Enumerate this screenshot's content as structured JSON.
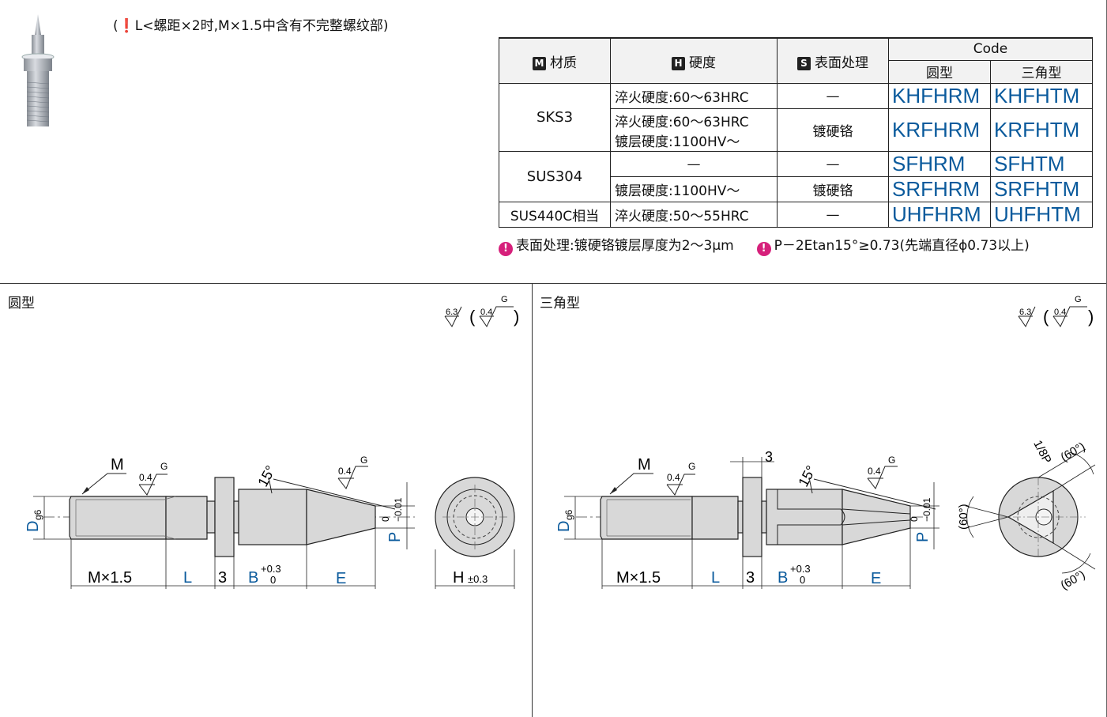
{
  "top_note": "(❗L<螺距×2时,M×1.5中含有不完整螺纹部)",
  "table": {
    "headers": {
      "material": {
        "badge": "M",
        "label": "材质"
      },
      "hardness": {
        "badge": "H",
        "label": "硬度"
      },
      "surface": {
        "badge": "S",
        "label": "表面处理"
      },
      "code": "Code",
      "code_round": "圆型",
      "code_triangle": "三角型"
    },
    "rows": [
      {
        "material": "SKS3",
        "hardness": "淬火硬度:60～63HRC",
        "surface": "—",
        "code_round": "KHFHRM",
        "code_triangle": "KHFHTM"
      },
      {
        "material": "",
        "hardness": "淬火硬度:60～63HRC",
        "hardness2": "镀层硬度:1100HV～",
        "surface": "镀硬铬",
        "code_round": "KRFHRM",
        "code_triangle": "KRFHTM"
      },
      {
        "material": "SUS304",
        "hardness": "—",
        "surface": "—",
        "code_round": "SFHRM",
        "code_triangle": "SFHTM"
      },
      {
        "material": "",
        "hardness": "镀层硬度:1100HV～",
        "surface": "镀硬铬",
        "code_round": "SRFHRM",
        "code_triangle": "SRFHTM"
      },
      {
        "material": "SUS440C相当",
        "hardness": "淬火硬度:50～55HRC",
        "surface": "—",
        "code_round": "UHFHRM",
        "code_triangle": "UHFHTM"
      }
    ]
  },
  "notes": {
    "surface_note": "表面处理:镀硬铬镀层厚度为2～3μm",
    "tip_note": "P－2Etan15°≥0.73(先端直径ϕ0.73以上)"
  },
  "drawings": {
    "round": {
      "title": "圆型",
      "roughness": "6.3",
      "roughness_paren": "0.4",
      "roughness_g": "G",
      "thread_label": "M",
      "finish_value": "0.4",
      "finish_g": "G",
      "angle": "15°",
      "dia_label": "D",
      "dia_tol": "g6",
      "tip_label": "P",
      "tip_tol_upper": "0",
      "tip_tol_lower": "−0.01",
      "dim_thread": "M×1.5",
      "dim_L": "L",
      "dim_3": "3",
      "dim_B": "B",
      "dim_B_upper": "+0.3",
      "dim_B_lower": "0",
      "dim_E": "E",
      "dim_H": "H",
      "dim_H_tol": "±0.3"
    },
    "triangle": {
      "title": "三角型",
      "roughness": "6.3",
      "roughness_paren": "0.4",
      "roughness_g": "G",
      "thread_label": "M",
      "finish_value": "0.4",
      "finish_g": "G",
      "angle": "15°",
      "dim_top3": "3",
      "dia_label": "D",
      "dia_tol": "g6",
      "tip_label": "P",
      "tip_tol_upper": "0",
      "tip_tol_lower": "−0.01",
      "dim_thread": "M×1.5",
      "dim_L": "L",
      "dim_3": "3",
      "dim_B": "B",
      "dim_B_upper": "+0.3",
      "dim_B_lower": "0",
      "dim_E": "E",
      "end_1_8P": "1/8P",
      "end_angle_1": "(60°)",
      "end_angle_2": "(60°)",
      "end_angle_3": "(60°)"
    }
  },
  "colors": {
    "code_blue": "#0a5a9c",
    "warn_pink": "#d6207b",
    "part_fill": "#d8d8d8"
  }
}
